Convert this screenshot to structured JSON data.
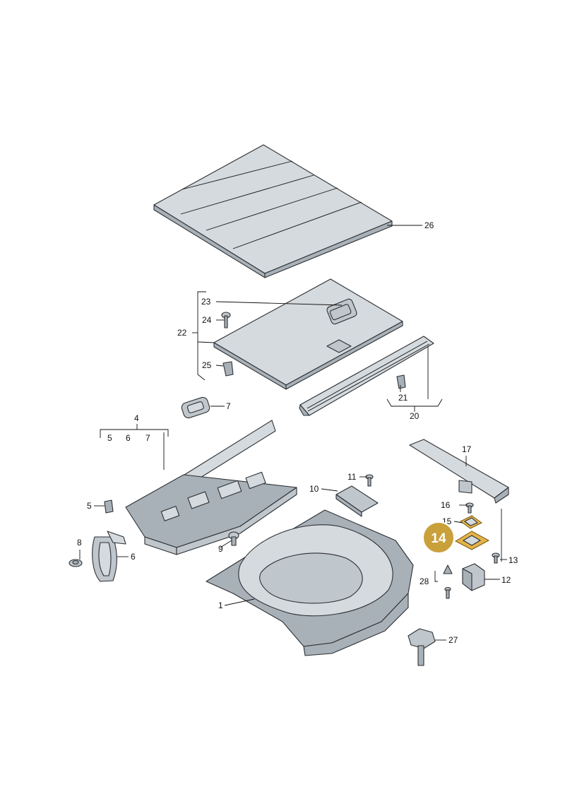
{
  "colors": {
    "highlight": "#c9a03a",
    "badge": "#c9a03a",
    "part_fill": "#d5dade",
    "part_dark": "#a9b1b8"
  },
  "highlight_badge": "14",
  "callouts": {
    "c26": "26",
    "c23": "23",
    "c24": "24",
    "c22": "22",
    "c25": "25",
    "c7": "7",
    "c4": "4",
    "c5a": "5",
    "c6a": "6",
    "c7a": "7",
    "c21": "21",
    "c20": "20",
    "c17": "17",
    "c11": "11",
    "c10": "10",
    "c5": "5",
    "c16": "16",
    "c15": "15",
    "c13": "13",
    "c12": "12",
    "c28": "28",
    "c9": "9",
    "c8": "8",
    "c6": "6",
    "c1": "1",
    "c27": "27"
  }
}
